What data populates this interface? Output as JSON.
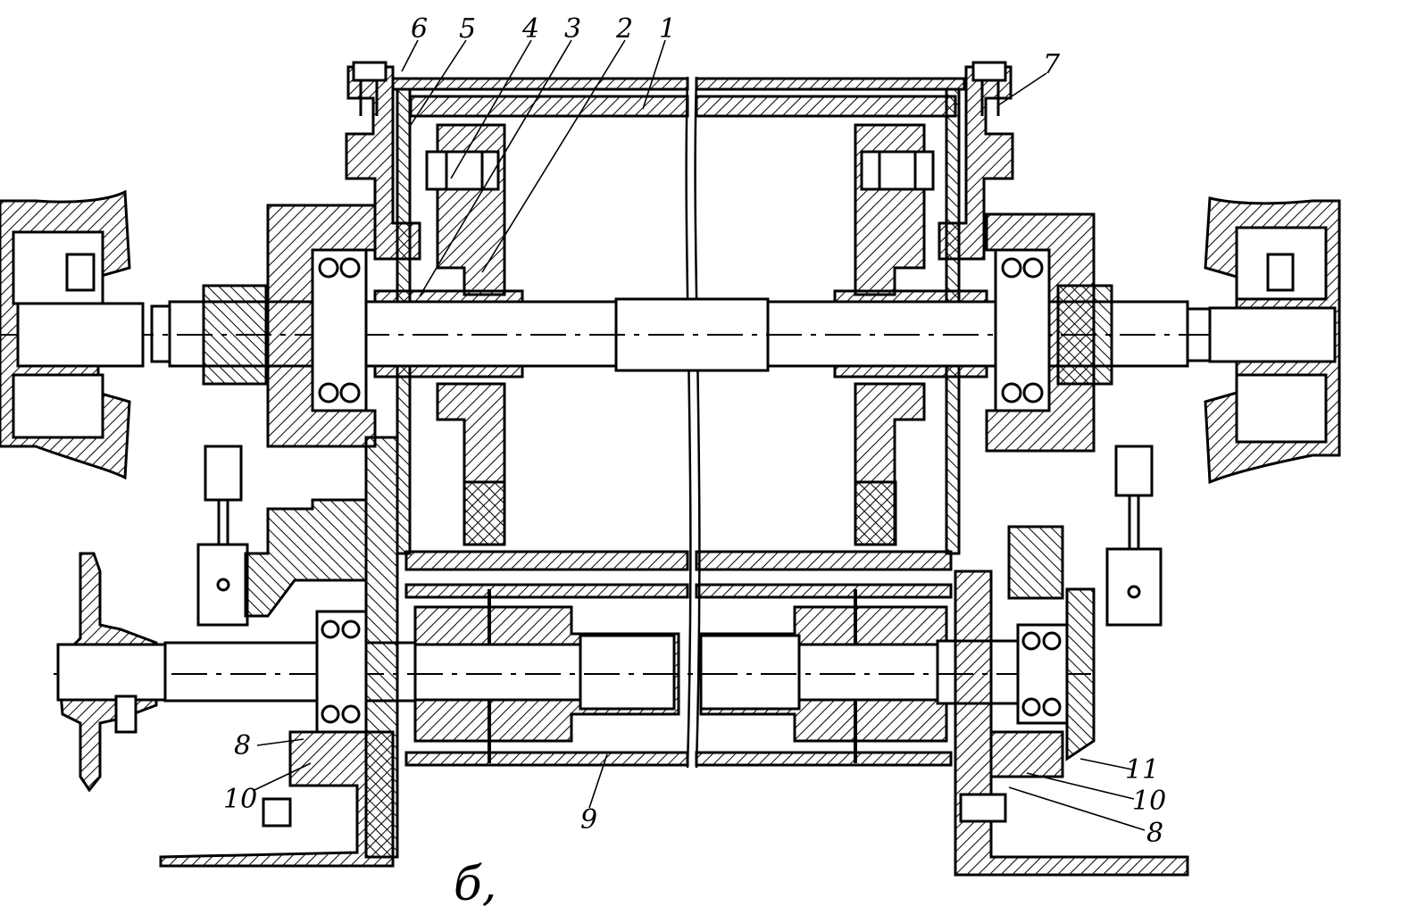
{
  "callouts": {
    "c1": "1",
    "c2": "2",
    "c3": "3",
    "c4": "4",
    "c5": "5",
    "c6": "6",
    "c7": "7",
    "c8_left": "8",
    "c10_left": "10",
    "c9": "9",
    "c11_right": "11",
    "c10_right": "10",
    "c8_right": "8"
  },
  "figure_mark": "б,"
}
